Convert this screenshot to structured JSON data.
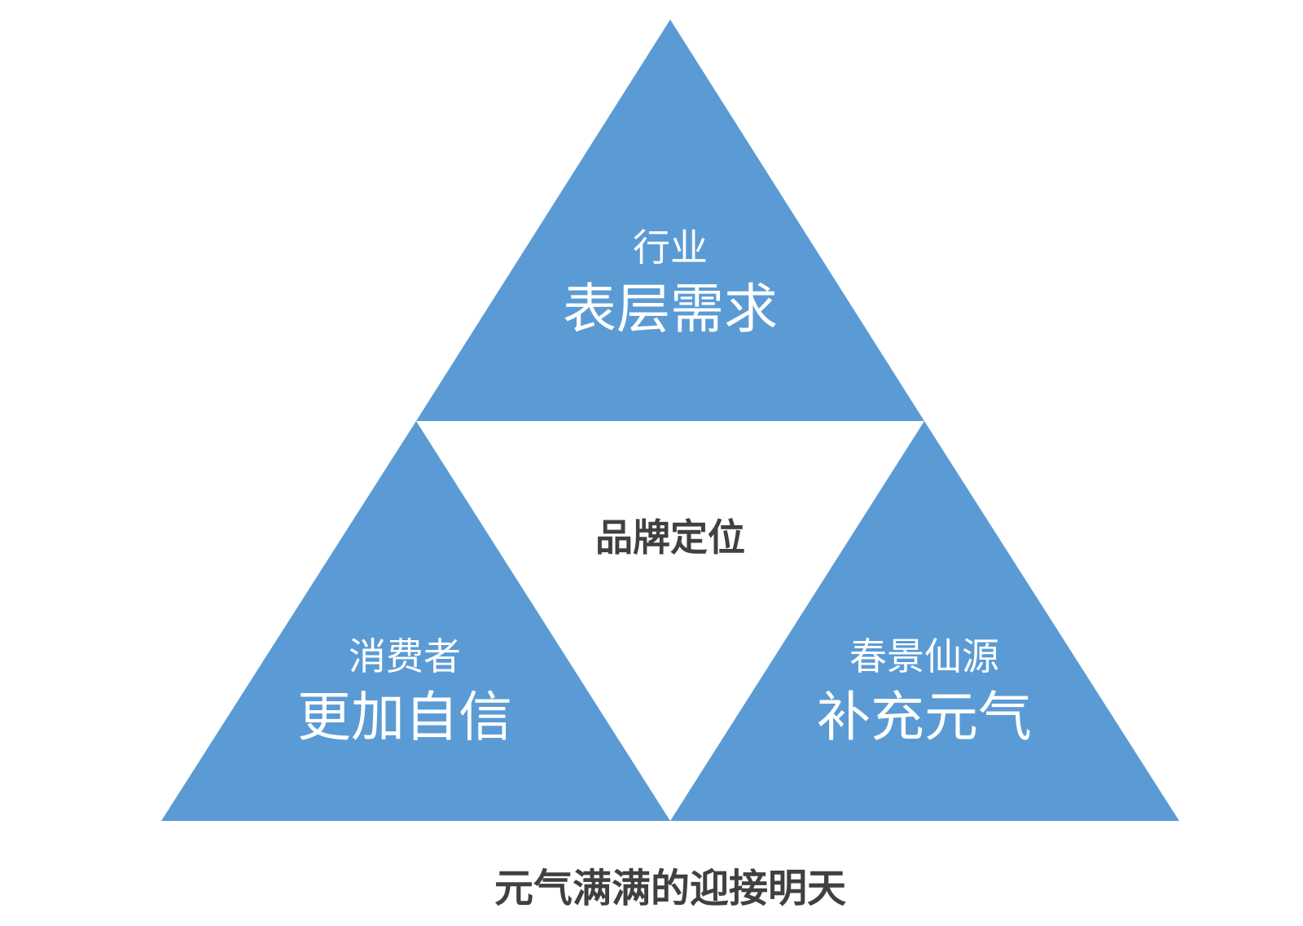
{
  "colors": {
    "triangle_fill": "#5b9bd5",
    "text_on_triangle": "#ffffff",
    "center_text": "#404040",
    "emphasis": "#e60012"
  },
  "top": {
    "heading": "行业",
    "subheading": "表层需求"
  },
  "left": {
    "heading": "消费者",
    "subheading": "更加自信"
  },
  "right": {
    "heading": "春景仙源",
    "subheading": "补充元气"
  },
  "center": {
    "label": "品牌定位"
  },
  "caption": "元气满满的迎接明天"
}
